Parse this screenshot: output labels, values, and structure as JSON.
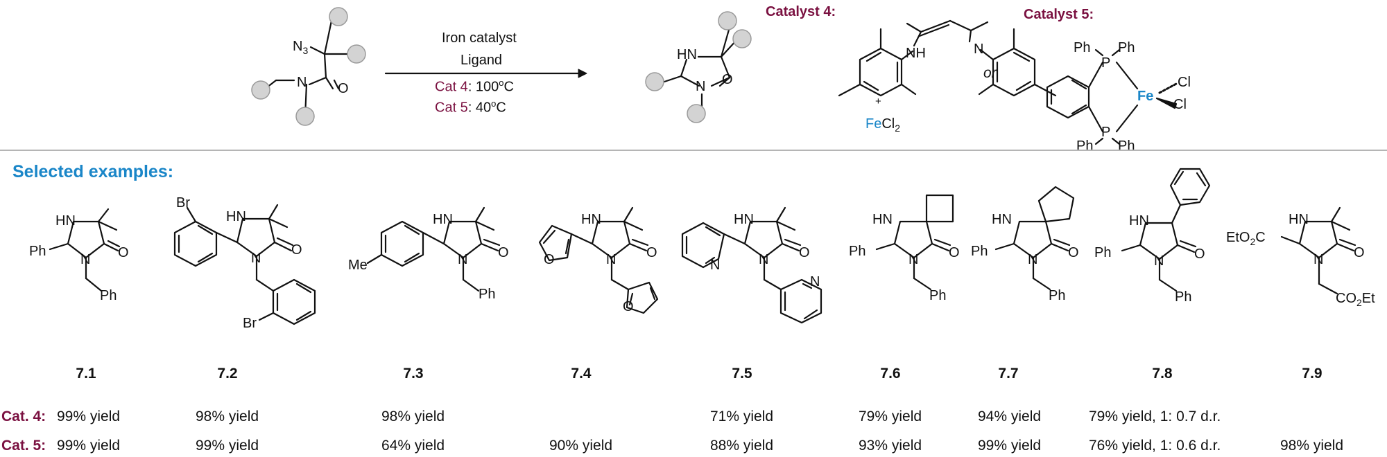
{
  "scheme": {
    "reaction": {
      "reagent_line1": "Iron catalyst",
      "reagent_line2": "Ligand",
      "cat4_name": "Cat 4",
      "cat4_temp": ": 100",
      "cat5_name": "Cat 5",
      "cat5_temp": ": 40",
      "degree": "o",
      "celsius": "C"
    },
    "catalyst4": {
      "title": "Catalyst 4:",
      "plus": "+",
      "metal": "Fe",
      "halide": "Cl",
      "halide_count": "2"
    },
    "catalyst5": {
      "title": "Catalyst 5:",
      "metal": "Fe",
      "cl": "Cl",
      "ph": "Ph",
      "p": "P"
    },
    "or_label": "or"
  },
  "examples": {
    "title": "Selected examples:",
    "row_labels": [
      "Cat. 4:",
      "Cat. 5:"
    ],
    "compounds": [
      {
        "id": "7.1",
        "cat4": "99% yield",
        "cat5": "99% yield"
      },
      {
        "id": "7.2",
        "cat4": "98% yield",
        "cat5": "99% yield"
      },
      {
        "id": "7.3",
        "cat4": "98% yield",
        "cat5": "64% yield"
      },
      {
        "id": "7.4",
        "cat4": "",
        "cat5": "90% yield"
      },
      {
        "id": "7.5",
        "cat4": "71% yield",
        "cat5": "88% yield"
      },
      {
        "id": "7.6",
        "cat4": "79% yield",
        "cat5": "93% yield"
      },
      {
        "id": "7.7",
        "cat4": "94% yield",
        "cat5": "99% yield"
      },
      {
        "id": "7.8",
        "cat4": "79% yield, 1: 0.7 d.r.",
        "cat5": "76% yield, 1: 0.6 d.r."
      },
      {
        "id": "7.9",
        "cat4": "",
        "cat5": "98% yield"
      }
    ]
  },
  "atoms": {
    "N": "N",
    "H": "H",
    "O": "O",
    "HN": "HN",
    "NH": "NH",
    "N3": "N",
    "N3_sub": "3",
    "Ph": "Ph",
    "Br": "Br",
    "Me": "Me",
    "EtO2C": "EtO",
    "EtO2C_sub": "2",
    "EtO2C_tail": "C",
    "CO2Et": "CO",
    "CO2Et_sub": "2",
    "CO2Et_tail": "Et"
  }
}
